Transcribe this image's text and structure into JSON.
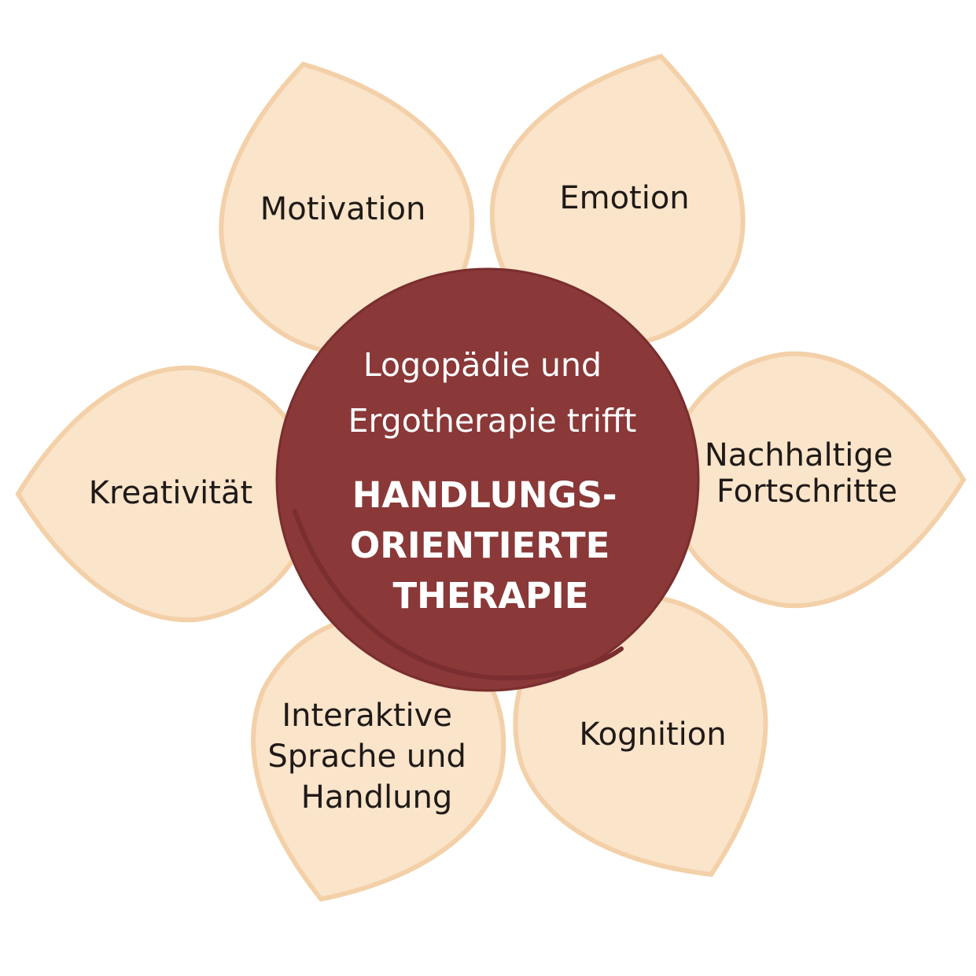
{
  "colors": {
    "petal_fill": "#fae4ca",
    "petal_stroke": "#f3d0a8",
    "center_fill": "#8a3838",
    "petal_text": "#1f1a17",
    "center_text": "#ffffff"
  },
  "petals": [
    {
      "id": "motivation",
      "lines": [
        "Motivation"
      ]
    },
    {
      "id": "emotion",
      "lines": [
        "Emotion"
      ]
    },
    {
      "id": "nachhaltige-fortschritte",
      "lines": [
        "Nachhaltige",
        "Fortschritte"
      ]
    },
    {
      "id": "kognition",
      "lines": [
        "Kognition"
      ]
    },
    {
      "id": "interaktive-sprache",
      "lines": [
        "Interaktive",
        "Sprache und",
        "Handlung"
      ]
    },
    {
      "id": "kreativitaet",
      "lines": [
        "Kreativität"
      ]
    }
  ],
  "center": {
    "subtitle_lines": [
      "Logopädie und",
      "Ergotherapie trifft"
    ],
    "title_lines": [
      "HANDLUNGS-",
      "ORIENTIERTE",
      "THERAPIE"
    ]
  }
}
